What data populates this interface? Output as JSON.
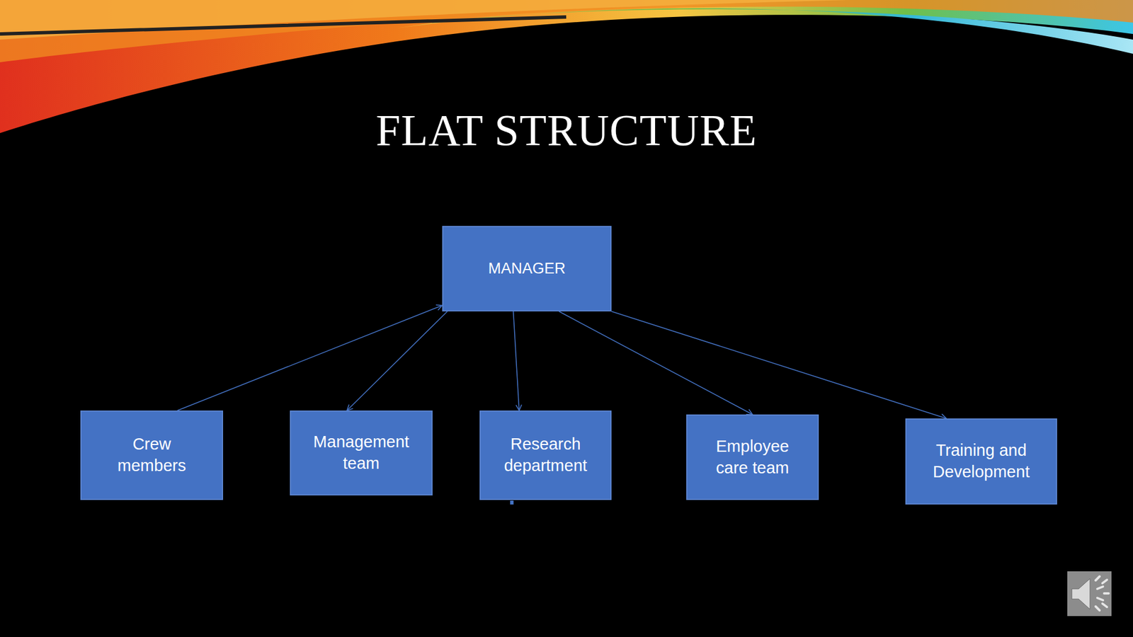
{
  "diagram": {
    "title": "FLAT STRUCTURE",
    "nodes": [
      {
        "text": [
          "MANAGER"
        ]
      },
      {
        "text": [
          "Crew members"
        ]
      },
      {
        "text": [
          "Management team"
        ]
      },
      {
        "text": [
          "Research department"
        ]
      },
      {
        "text": [
          "Employee care team"
        ]
      },
      {
        "text": [
          "Training and Development"
        ]
      }
    ],
    "edges": [
      {
        "from": 1,
        "to": 0,
        "arrow": "to"
      },
      {
        "from": 0,
        "to": 2,
        "arrow": "to"
      },
      {
        "from": 0,
        "to": 3,
        "arrow": "to"
      },
      {
        "from": 0,
        "to": 4,
        "arrow": "to"
      },
      {
        "from": 0,
        "to": 5,
        "arrow": "to"
      }
    ]
  }
}
